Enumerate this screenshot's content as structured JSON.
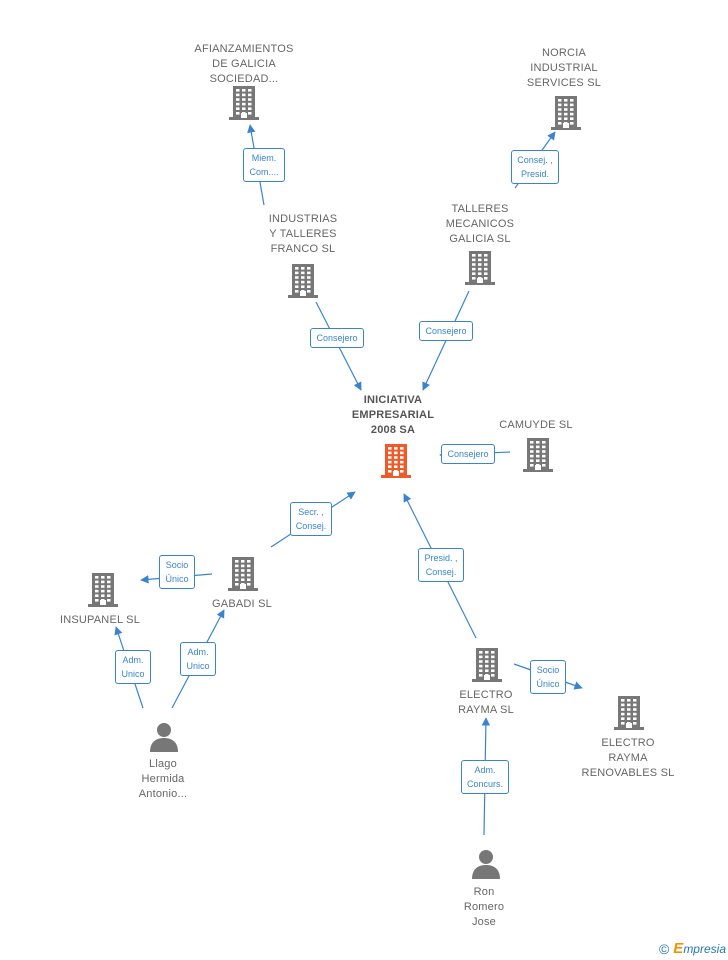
{
  "colors": {
    "company": "#777777",
    "center": "#f05a28",
    "person": "#777777",
    "edge": "#3a84cf"
  },
  "nodes": [
    {
      "id": "afianzamientos",
      "type": "company",
      "label": "AFIANZAMIENTOS\nDE GALICIA\nSOCIEDAD..."
    },
    {
      "id": "norcia",
      "type": "company",
      "label": "NORCIA\nINDUSTRIAL\nSERVICES SL"
    },
    {
      "id": "industrias",
      "type": "company",
      "label": "INDUSTRIAS\nY TALLERES\nFRANCO SL"
    },
    {
      "id": "talleres",
      "type": "company",
      "label": "TALLERES\nMECANICOS\nGALICIA SL"
    },
    {
      "id": "iniciativa",
      "type": "center",
      "label": "INICIATIVA\nEMPRESARIAL\n2008 SA"
    },
    {
      "id": "camuyde",
      "type": "company",
      "label": "CAMUYDE SL"
    },
    {
      "id": "gabadi",
      "type": "company",
      "label": "GABADI SL"
    },
    {
      "id": "insupanel",
      "type": "company",
      "label": "INSUPANEL SL"
    },
    {
      "id": "electro_rayma",
      "type": "company",
      "label": "ELECTRO\nRAYMA SL"
    },
    {
      "id": "electro_renovables",
      "type": "company",
      "label": "ELECTRO\nRAYMA\nRENOVABLES SL"
    },
    {
      "id": "llago",
      "type": "person",
      "label": "Llago\nHermida\nAntonio..."
    },
    {
      "id": "ron",
      "type": "person",
      "label": "Ron\nRomero\nJose"
    }
  ],
  "edges": [
    {
      "id": "industrias-afianzamientos",
      "label": "Miem.\nCom...."
    },
    {
      "id": "talleres-norcia",
      "label": "Consej. ,\nPresid."
    },
    {
      "id": "industrias-iniciativa",
      "label": "Consejero"
    },
    {
      "id": "talleres-iniciativa",
      "label": "Consejero"
    },
    {
      "id": "camuyde-iniciativa",
      "label": "Consejero"
    },
    {
      "id": "gabadi-iniciativa",
      "label": "Secr. ,\nConsej."
    },
    {
      "id": "gabadi-insupanel",
      "label": "Socio\nÚnico"
    },
    {
      "id": "llago-insupanel",
      "label": "Adm.\nUnico"
    },
    {
      "id": "llago-gabadi",
      "label": "Adm.\nUnico"
    },
    {
      "id": "electro-iniciativa",
      "label": "Presid. ,\nConsej."
    },
    {
      "id": "electro-renovables",
      "label": "Socio\nÚnico"
    },
    {
      "id": "ron-electro",
      "label": "Adm.\nConcurs."
    }
  ],
  "credit": {
    "symbol": "©",
    "brand_initial": "E",
    "brand_rest": "mpresia"
  }
}
